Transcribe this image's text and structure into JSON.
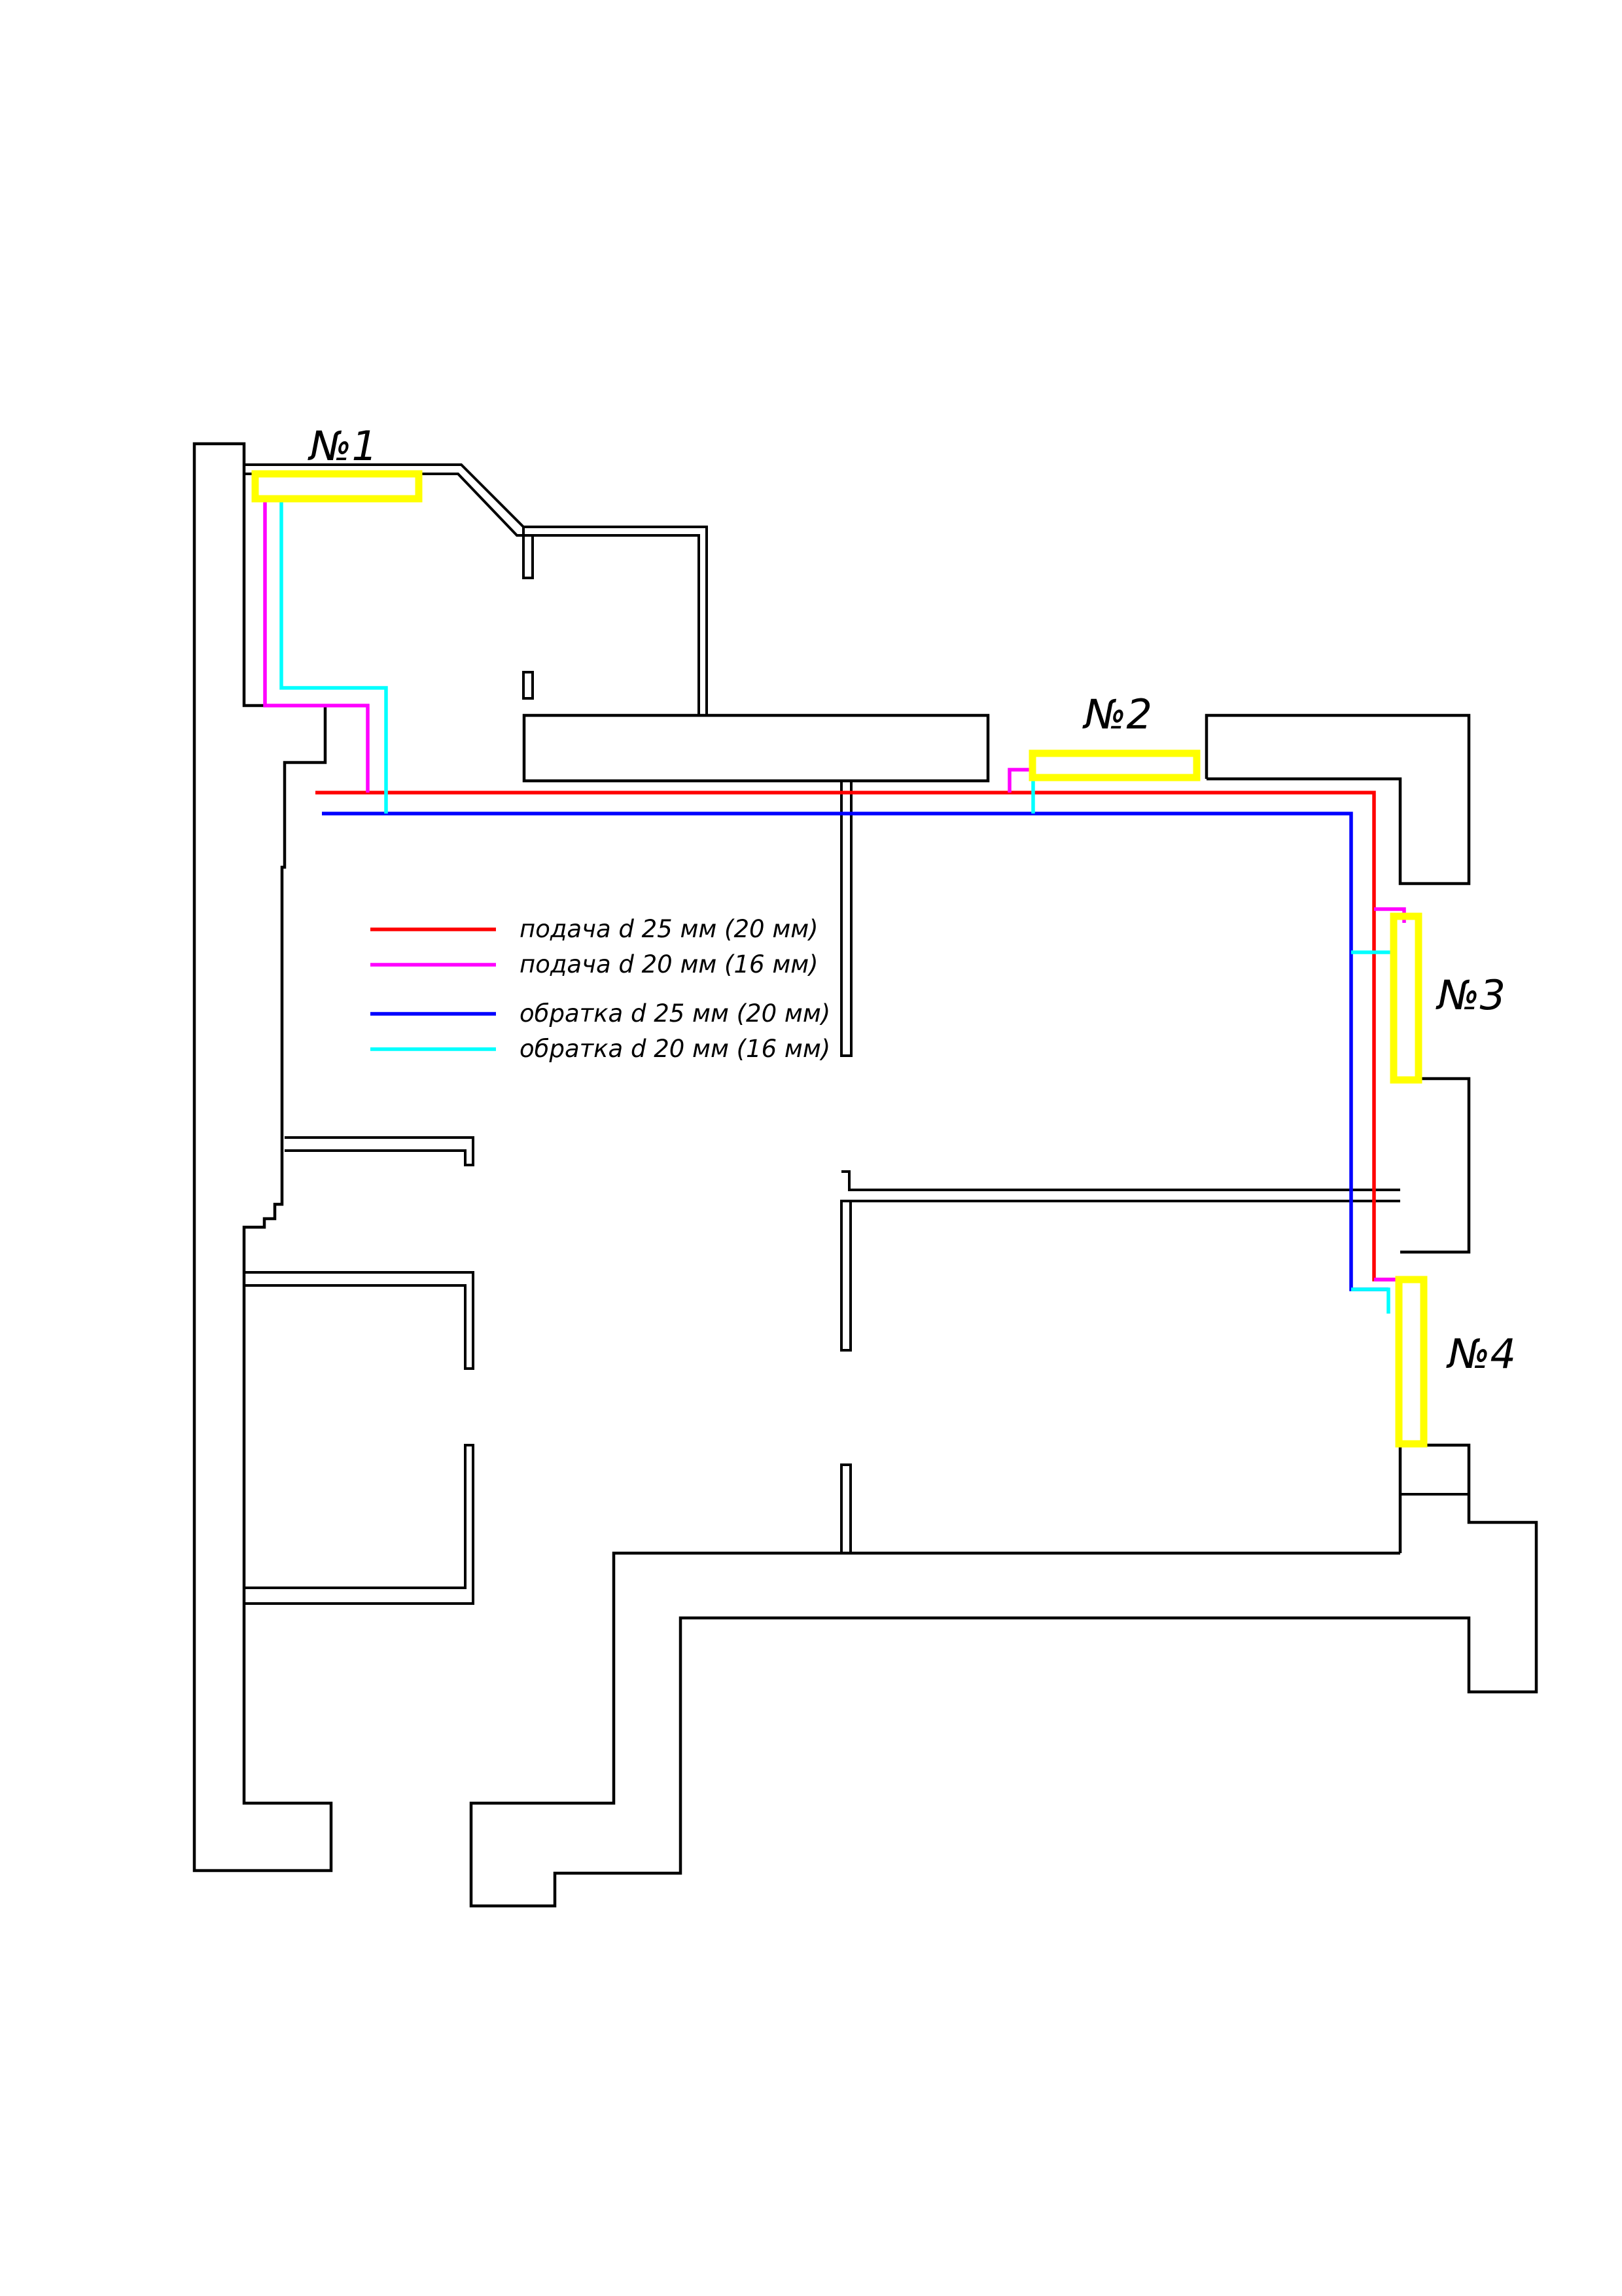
{
  "colors": {
    "supply_main": "#ff0000",
    "supply_branch": "#ff00ff",
    "return_main": "#0000ff",
    "return_branch": "#00ffff",
    "radiator": "#ffff00",
    "walls": "#000000"
  },
  "radiators": [
    {
      "label": "№1"
    },
    {
      "label": "№2"
    },
    {
      "label": "№3"
    },
    {
      "label": "№4"
    }
  ],
  "legend": [
    {
      "text": "подача d 25 мм (20 мм)",
      "color": "#ff0000"
    },
    {
      "text": "подача d 20 мм (16 мм)",
      "color": "#ff00ff"
    },
    {
      "text": "обратка d 25 мм (20 мм)",
      "color": "#0000ff"
    },
    {
      "text": "обратка d 20 мм (16 мм)",
      "color": "#00ffff"
    }
  ]
}
